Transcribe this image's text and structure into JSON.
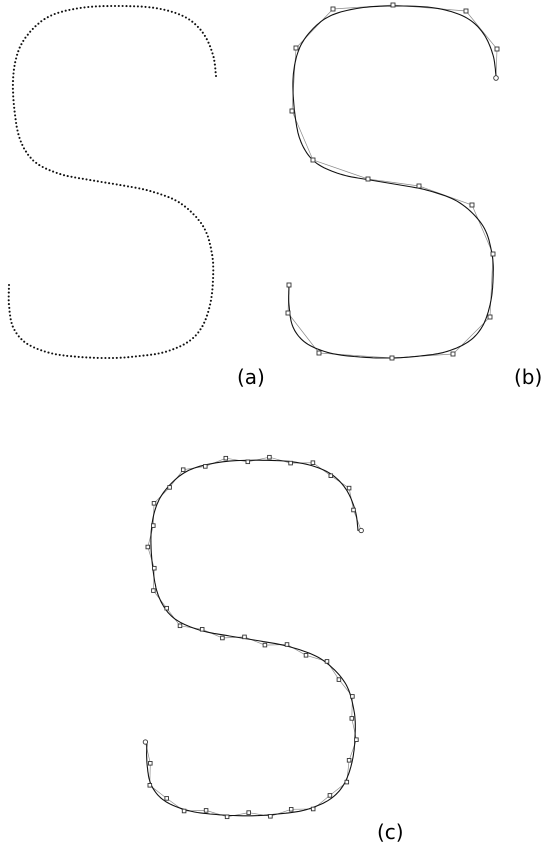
{
  "labels": {
    "a": "(a)",
    "b": "(b)",
    "c": "(c)"
  },
  "colors": {
    "curve": "#111111",
    "control_polygon": "#8a8a8a",
    "control_point_stroke": "#333333",
    "sample_points": "#111111"
  }
}
